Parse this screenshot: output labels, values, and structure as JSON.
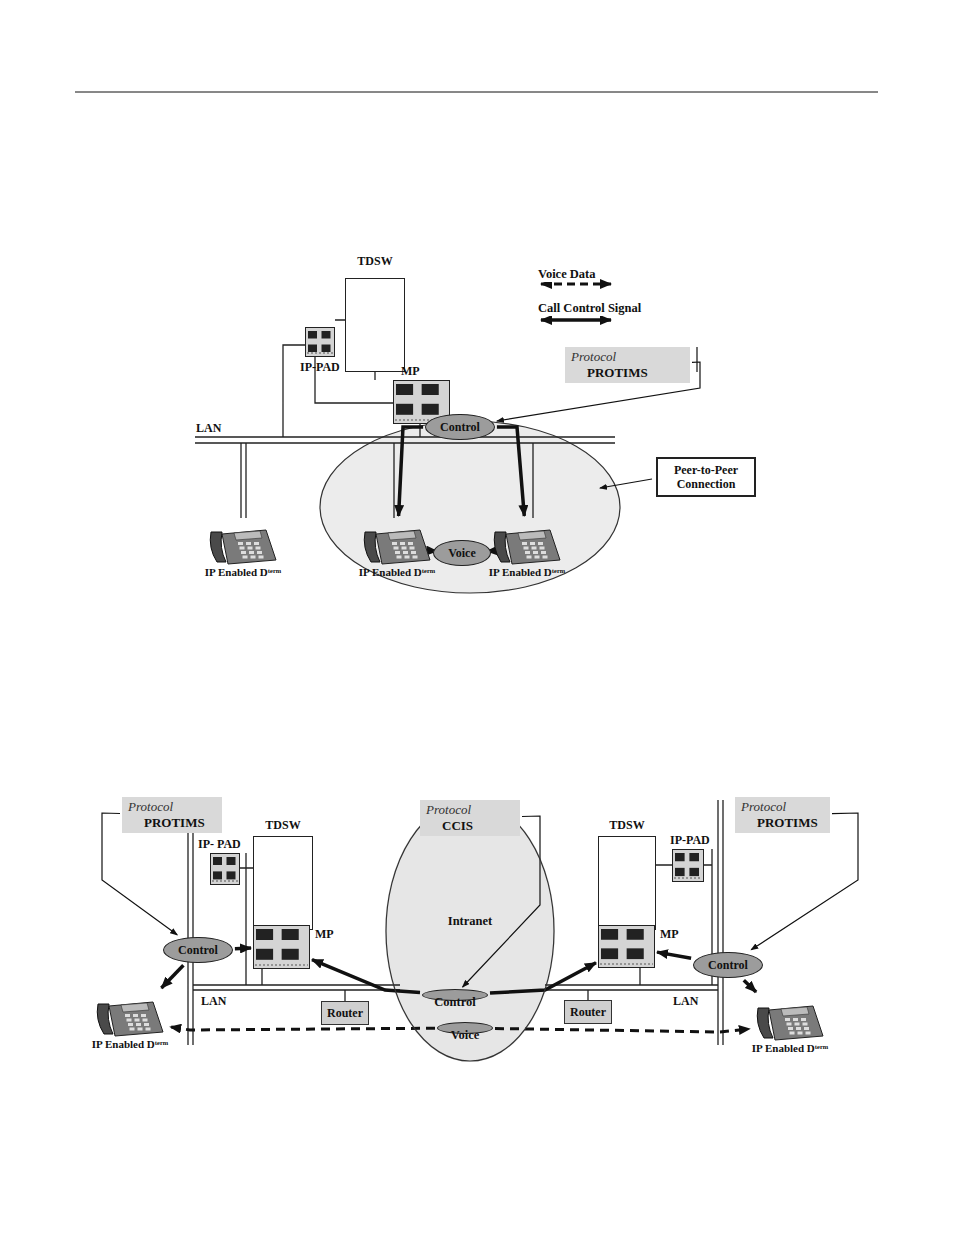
{
  "diagram": {
    "nodes": [
      {
        "text": [
          "TDSW"
        ]
      },
      {
        "text": [
          "IP-PAD"
        ]
      },
      {
        "text": [
          "MP"
        ]
      },
      {
        "text": [
          "Protocol",
          "PROTIMS"
        ]
      },
      {
        "text": [
          "Control"
        ]
      },
      {
        "text": [
          "Peer-to-Peer Connection"
        ]
      },
      {
        "text": [
          "IP Enabled Dᵗᵉʳᵐ"
        ]
      },
      {
        "text": [
          "IP Enabled Dᵗᵉʳᵐ"
        ]
      },
      {
        "text": [
          "IP Enabled Dᵗᵉʳᵐ"
        ]
      },
      {
        "text": [
          "Voice"
        ]
      },
      {
        "text": [
          "Protocol",
          "PROTIMS"
        ]
      },
      {
        "text": [
          "Protocol",
          "CCIS"
        ]
      },
      {
        "text": [
          "Protocol",
          "PROTIMS"
        ]
      },
      {
        "text": [
          "TDSW"
        ]
      },
      {
        "text": [
          "IP- PAD"
        ]
      },
      {
        "text": [
          "MP"
        ]
      },
      {
        "text": [
          "Control"
        ]
      },
      {
        "text": [
          "Intranet"
        ]
      },
      {
        "text": [
          "Control"
        ],
        "in": 17
      },
      {
        "text": [
          "Voice"
        ],
        "in": 17
      },
      {
        "text": [
          "TDSW"
        ]
      },
      {
        "text": [
          "IP-PAD"
        ]
      },
      {
        "text": [
          "MP"
        ]
      },
      {
        "text": [
          "Control"
        ]
      },
      {
        "text": [
          "Router"
        ]
      },
      {
        "text": [
          "Router"
        ]
      },
      {
        "text": [
          "IP Enabled Dᵗᵉʳᵐ"
        ]
      },
      {
        "text": [
          "IP Enabled Dᵗᵉʳᵐ"
        ]
      }
    ],
    "edges": [
      {
        "from": 3,
        "to": 4,
        "arrow": "to"
      },
      {
        "from": 4,
        "to": 7,
        "arrow": "to"
      },
      {
        "from": 4,
        "to": 8,
        "arrow": "to"
      },
      {
        "from": 9,
        "to": 7,
        "arrow": "to"
      },
      {
        "from": 9,
        "to": 8,
        "arrow": "to"
      },
      {
        "from": 10,
        "to": 16,
        "arrow": "to"
      },
      {
        "from": 11,
        "to": 18,
        "arrow": "to"
      },
      {
        "from": 12,
        "to": 23,
        "arrow": "to"
      },
      {
        "from": 16,
        "to": 15,
        "arrow": "to"
      },
      {
        "from": 16,
        "to": 26,
        "arrow": "to"
      },
      {
        "from": 18,
        "to": 15,
        "arrow": "to"
      },
      {
        "from": 18,
        "to": 22,
        "arrow": "to"
      },
      {
        "from": 23,
        "to": 22,
        "arrow": "to"
      },
      {
        "from": 23,
        "to": 27,
        "arrow": "to"
      },
      {
        "from": 19,
        "to": 26,
        "arrow": "to"
      },
      {
        "from": 19,
        "to": 27,
        "arrow": "to"
      }
    ],
    "labels": [
      "LAN",
      "LAN",
      "LAN"
    ],
    "legend": [
      {
        "text": "Voice Data"
      },
      {
        "text": "Call Control Signal"
      }
    ]
  }
}
